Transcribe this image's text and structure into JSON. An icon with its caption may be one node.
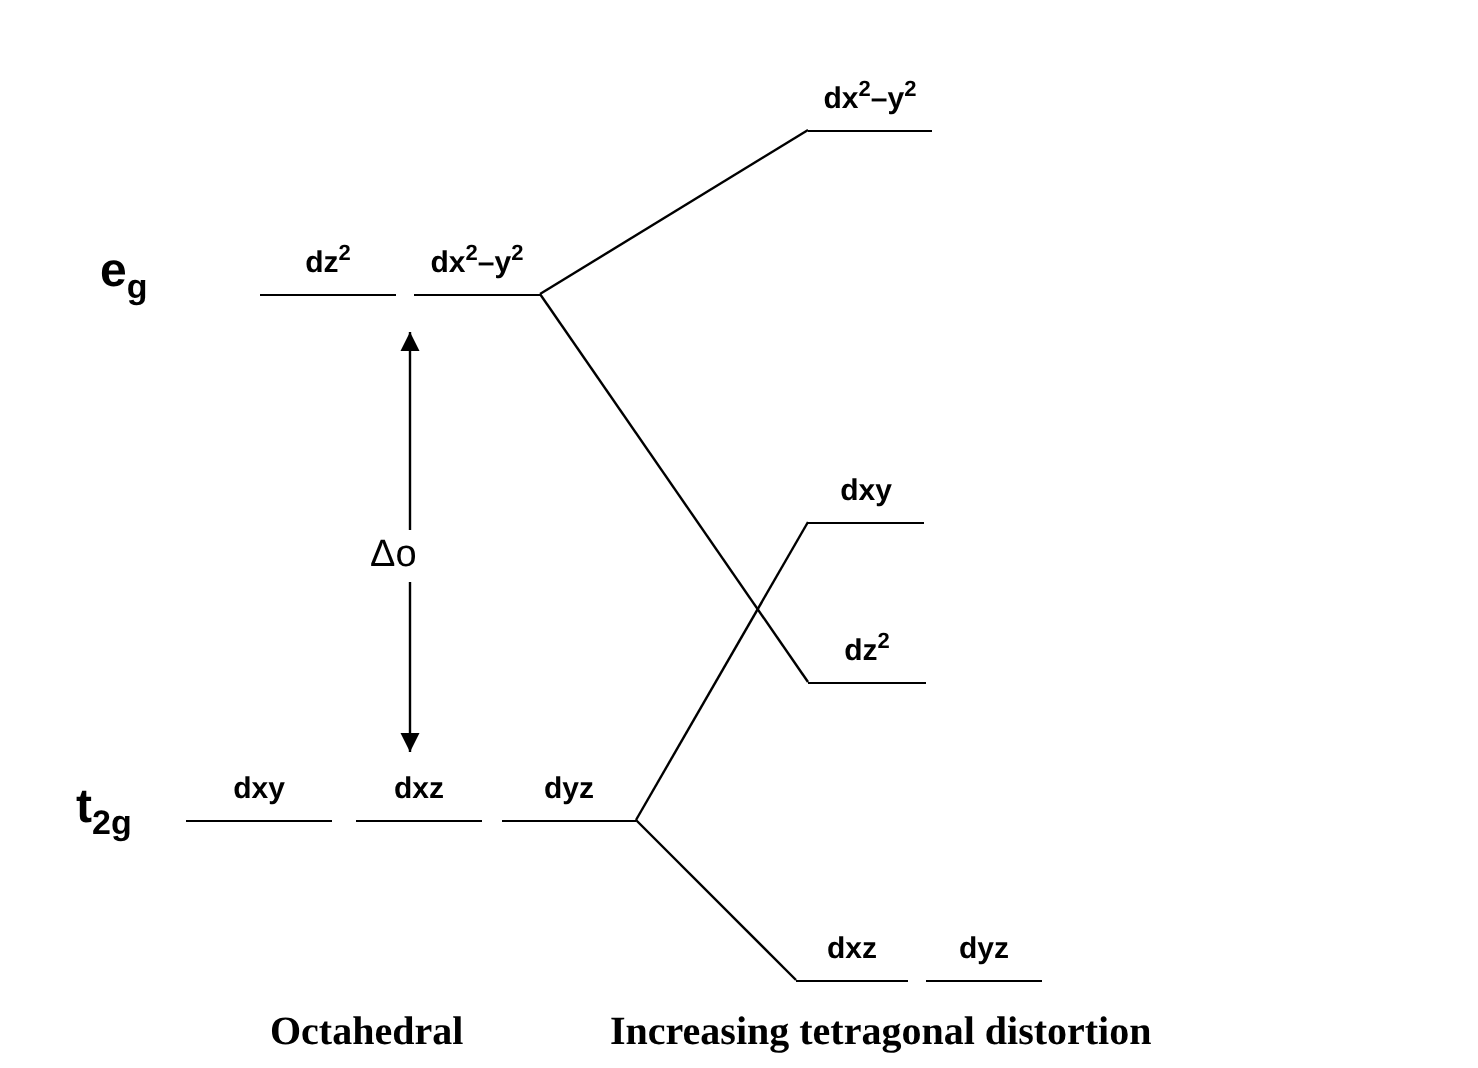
{
  "diagram": {
    "nodes": [
      {
        "text": [
          "dz$^{2}$"
        ]
      },
      {
        "text": [
          "dx$^{2}$–y$^{2}$"
        ]
      },
      {
        "text": [
          "dxy"
        ]
      },
      {
        "text": [
          "dxz"
        ]
      },
      {
        "text": [
          "dyz"
        ]
      },
      {
        "text": [
          "dx$^{2}$–y$^{2}$"
        ]
      },
      {
        "text": [
          "dxy"
        ]
      },
      {
        "text": [
          "dz$^{2}$"
        ]
      },
      {
        "text": [
          "dxz"
        ]
      },
      {
        "text": [
          "dyz"
        ]
      }
    ],
    "edges": [
      {
        "from": 1,
        "to": 5,
        "arrow": "none"
      },
      {
        "from": 1,
        "to": 7,
        "arrow": "none"
      },
      {
        "from": 4,
        "to": 6,
        "arrow": "none"
      },
      {
        "from": 4,
        "to": 8,
        "arrow": "none"
      },
      {
        "from": 3,
        "to": 1,
        "arrow": "both",
        "label": "Δo"
      }
    ],
    "labels": [
      "e$_{g}$",
      "t$_{2g}$",
      "Octahedral",
      "Increasing tetragonal distortion"
    ]
  }
}
